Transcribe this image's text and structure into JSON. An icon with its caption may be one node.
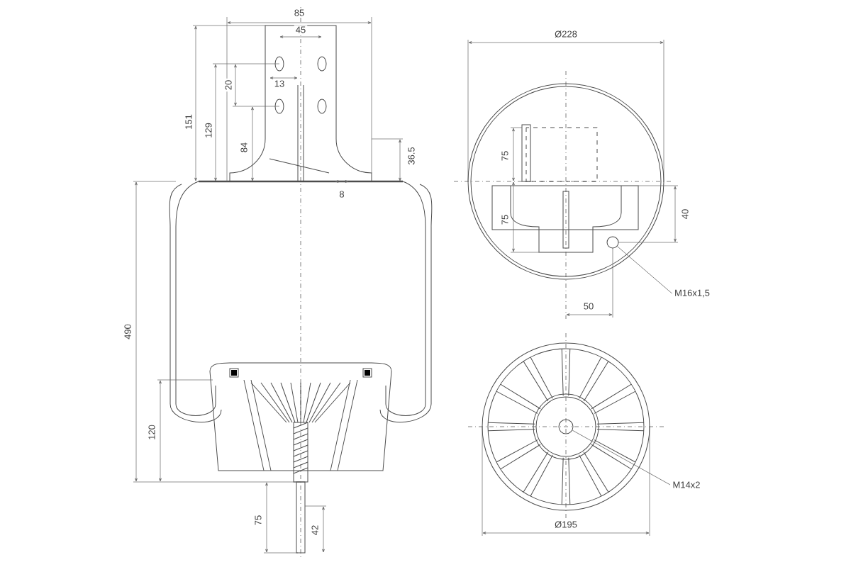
{
  "diagram": {
    "nodes": [
      {
        "text": [
          "M16x1,5"
        ]
      },
      {
        "text": [],
        "shape": "circle"
      },
      {
        "text": [
          "M14x2"
        ]
      },
      {
        "text": [],
        "shape": "circle"
      }
    ],
    "edges": [
      {
        "from": 0,
        "to": 1,
        "arrow": "none"
      },
      {
        "from": 2,
        "to": 3,
        "arrow": "none"
      }
    ],
    "labels": [
      "85",
      "45",
      "151",
      "129",
      "20",
      "13",
      "84",
      "36.5",
      "8",
      "490",
      "120",
      "75",
      "42",
      "Ø228",
      "75",
      "75",
      "40",
      "50",
      "Ø195"
    ]
  }
}
